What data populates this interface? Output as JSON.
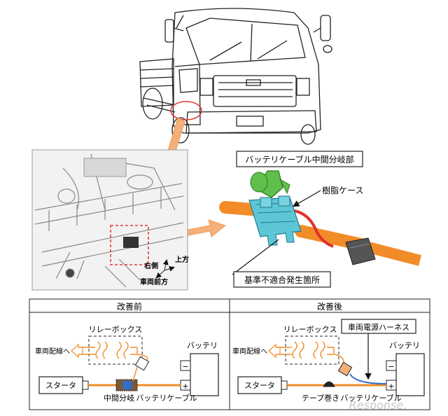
{
  "callout": {
    "branch_title": "バッテリケーブル中間分岐部",
    "resin_case": "樹脂ケース",
    "defect_location": "基準不適合発生箇所",
    "right_side": "右側",
    "up": "上方",
    "vehicle_front": "車両前方"
  },
  "before": {
    "title": "改善前",
    "relay_box": "リレーボックス",
    "to_vehicle_wiring": "車両配線へ",
    "battery": "バッテリ",
    "starter": "スタータ",
    "mid_branch": "中間分岐",
    "battery_cable": "バッテリケーブル",
    "minus": "−",
    "plus": "+"
  },
  "after": {
    "title": "改善後",
    "harness": "車両電源ハーネス",
    "relay_box": "リレーボックス",
    "to_vehicle_wiring": "車両配線へ",
    "battery": "バッテリ",
    "starter": "スタータ",
    "tape_wrap": "テープ巻き",
    "battery_cable": "バッテリケーブル",
    "minus": "−",
    "plus": "+"
  },
  "watermark": "Response."
}
